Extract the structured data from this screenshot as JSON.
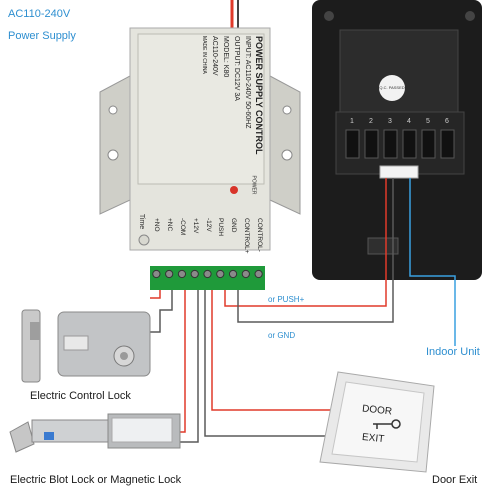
{
  "labels": {
    "power_supply_voltage": "AC110-240V",
    "power_supply_title": "Power Supply",
    "indoor_unit": "Indoor Unit",
    "electric_control_lock": "Electric Control Lock",
    "electric_bolt_lock": "Electric Blot Lock or Magnetic Lock",
    "door_exit": "Door Exit",
    "wire_push": "or PUSH+",
    "wire_gnd": "or GND"
  },
  "psu": {
    "title": "POWER SUPPLY CONTROL",
    "input": "INPUT: AC110-240V  50-60HZ",
    "output": "OUTPUT: DC12V  3A",
    "model": "MODEL: K80",
    "made_in": "MADE IN CHINA",
    "ac": "AC110-240V",
    "power_led": "POWER",
    "time": "Time",
    "terminals": [
      "+NO",
      "+NC",
      "-COM",
      "+12V",
      "-12V",
      "PUSH",
      "GND",
      "CONTROL+",
      "CONTROL-"
    ]
  },
  "indoor": {
    "qc_label": "Q.C. PASSED",
    "slot_numbers": [
      "1",
      "2",
      "3",
      "4",
      "5",
      "6"
    ]
  },
  "exit_button": {
    "line1": "DOOR",
    "line2": "EXIT"
  },
  "colors": {
    "label_blue": "#2e8fd0",
    "wire_red": "#e03a2a",
    "wire_gray": "#5a5a5a",
    "wire_blue": "#3aa0e0",
    "terminal_green": "#1f9a3a"
  }
}
